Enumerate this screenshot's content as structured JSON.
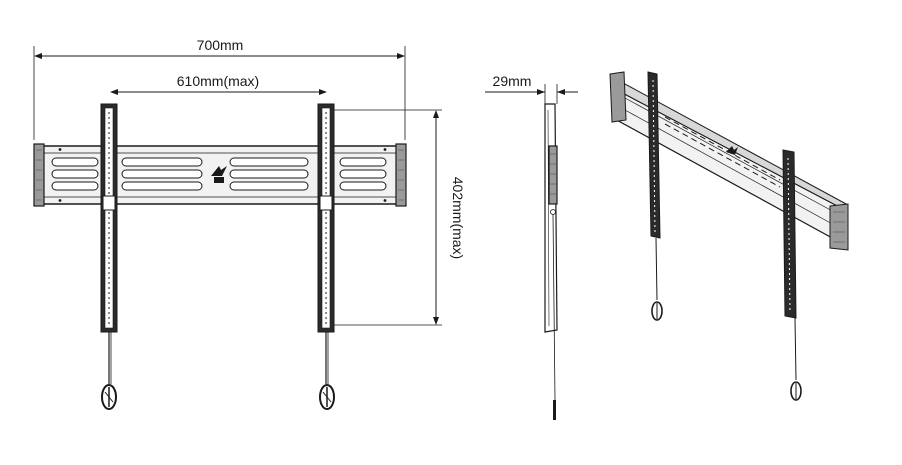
{
  "front_view": {
    "overall_width_label": "700mm",
    "arm_spacing_label": "610mm(max)",
    "vertical_span_label": "402mm(max)"
  },
  "side_view": {
    "depth_label": "29mm"
  },
  "colors": {
    "line": "#1a1a1a",
    "arm_fill": "#2b2b2b",
    "rail_fill": "#f2f2f2",
    "end_cap_fill": "#9a9a9a",
    "perspective_face": "#d8d8d8"
  }
}
